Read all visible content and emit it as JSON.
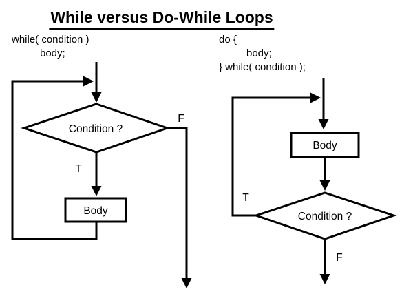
{
  "title": "While versus Do-While Loops",
  "colors": {
    "ink": "#000000",
    "background": "#ffffff"
  },
  "while_flowchart": {
    "code_lines": [
      "while( condition )",
      "body;"
    ],
    "condition_label": "Condition ?",
    "body_label": "Body",
    "true_branch_label": "T",
    "false_branch_label": "F"
  },
  "do_while_flowchart": {
    "code_lines": [
      "do {",
      "body;",
      "} while( condition );"
    ],
    "condition_label": "Condition ?",
    "body_label": "Body",
    "true_branch_label": "T",
    "false_branch_label": "F"
  }
}
